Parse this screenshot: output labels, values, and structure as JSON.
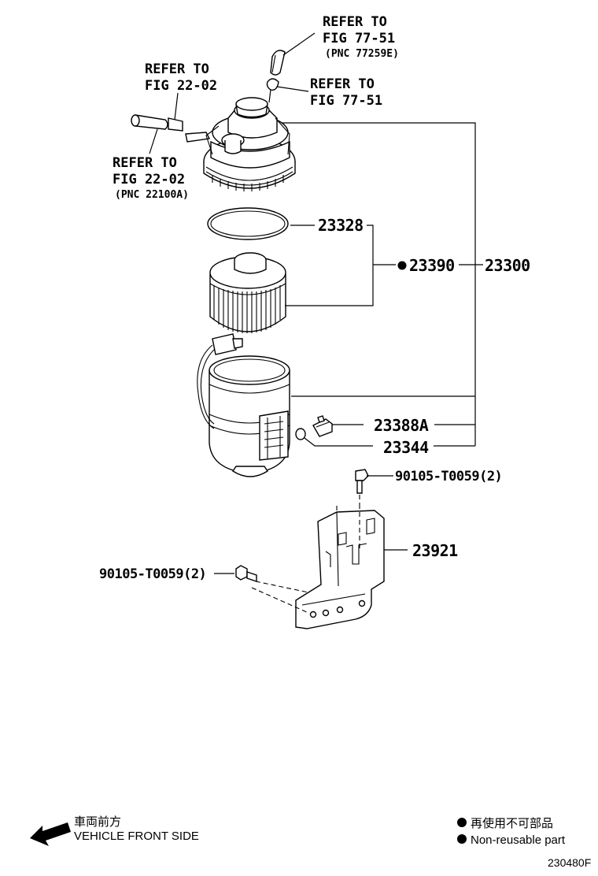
{
  "references": {
    "fig_77_51_top": {
      "line1": "REFER TO",
      "line2": "FIG 77-51",
      "line3": "(PNC 77259E)"
    },
    "fig_77_51_mid": {
      "line1": "REFER TO",
      "line2": "FIG 77-51"
    },
    "fig_22_02_top": {
      "line1": "REFER TO",
      "line2": "FIG 22-02"
    },
    "fig_22_02_bottom": {
      "line1": "REFER TO",
      "line2": "FIG 22-02",
      "line3": "(PNC 22100A)"
    }
  },
  "parts": {
    "p23328": "23328",
    "p23390": "23390",
    "p23300": "23300",
    "p23388A": "23388A",
    "p23344": "23344",
    "p90105_upper": "90105-T0059(2)",
    "p23921": "23921",
    "p90105_lower": "90105-T0059(2)"
  },
  "legend": {
    "direction_jp": "車両前方",
    "direction_en": "VEHICLE FRONT SIDE",
    "nonreusable_jp": "再使用不可部品",
    "nonreusable_en": "Non-reusable part",
    "bullet_icon": "filled-circle-icon",
    "arrow_icon": "arrow-front-icon"
  },
  "figure_id": "230480F"
}
